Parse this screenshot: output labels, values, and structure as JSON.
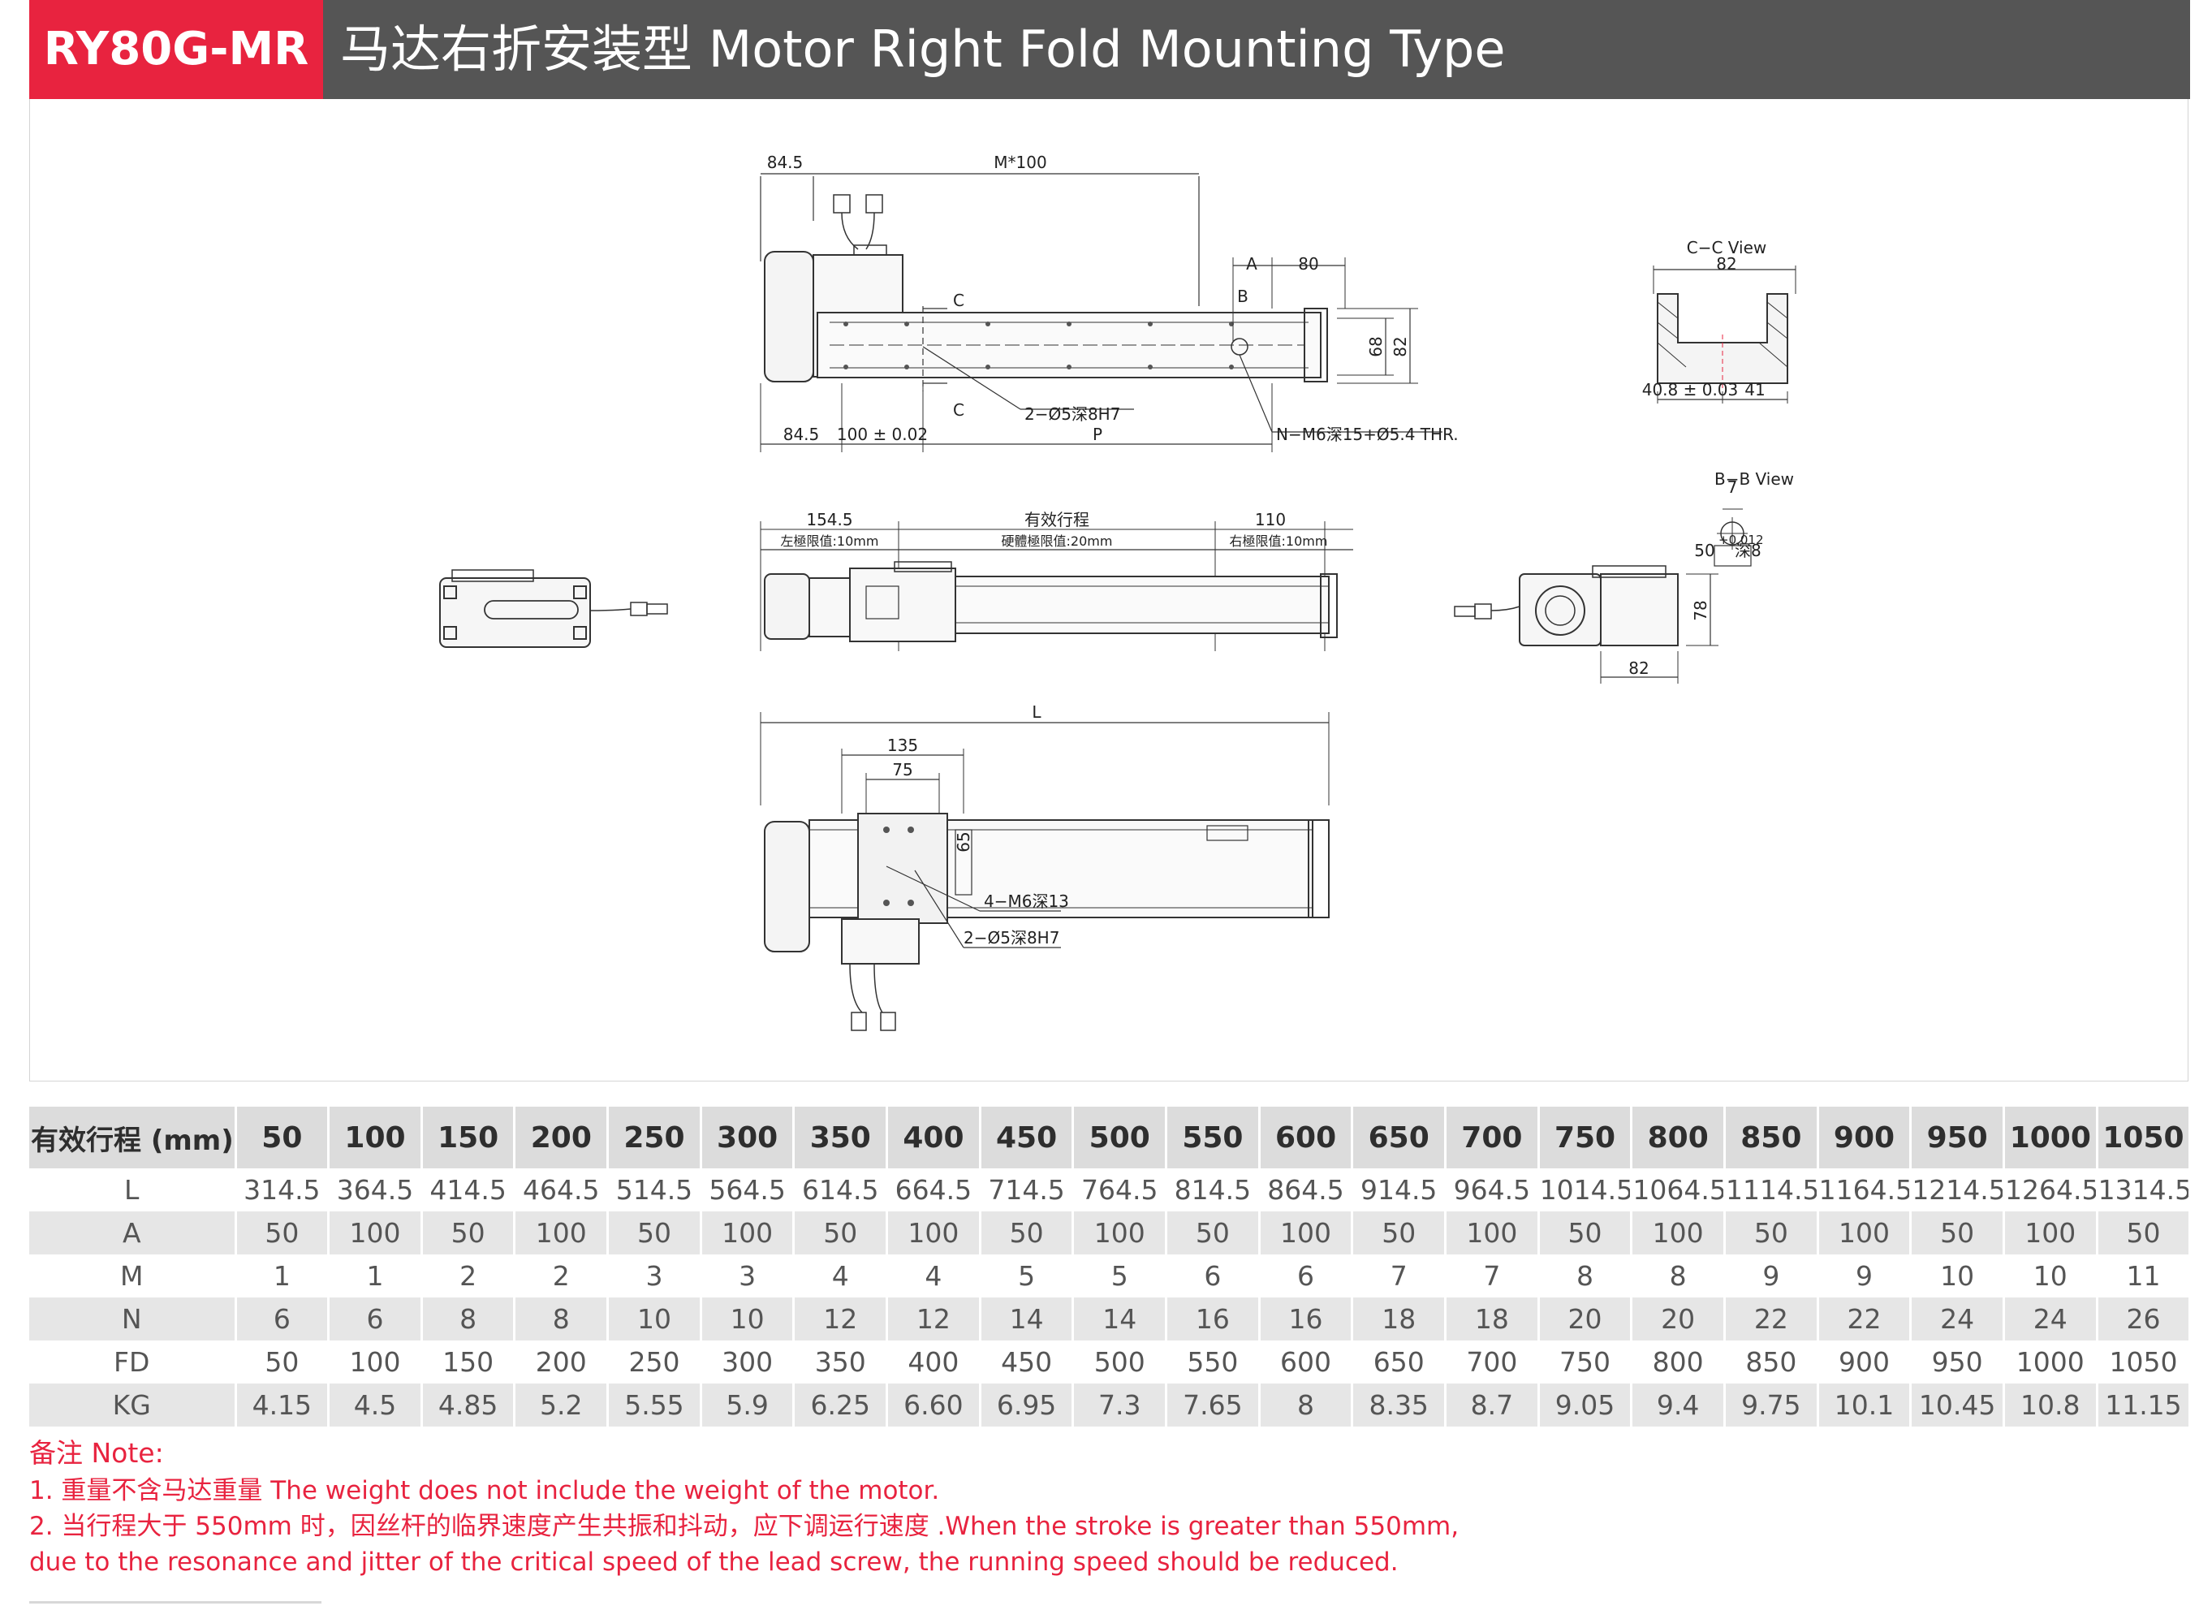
{
  "header": {
    "model": "RY80G-MR",
    "title": "马达右折安装型 Motor Right Fold Mounting Type",
    "accent_color": "#e8233f",
    "bar_color": "#555555"
  },
  "drawing": {
    "top_view": {
      "dim_84_5_top": "84.5",
      "dim_m100": "M*100",
      "dim_A": "A",
      "dim_80": "80",
      "label_B": "B",
      "label_C_top": "C",
      "label_C_bottom": "C",
      "dim_68": "68",
      "dim_82": "82",
      "callout_pin": "2−Ø5深8H7",
      "callout_thread": "N−M6深15+Ø5.4 THR.",
      "dim_84_5_bottom": "84.5",
      "dim_100_tol": "100 ± 0.02",
      "dim_P": "P"
    },
    "cc_view": {
      "title": "C−C View",
      "dim_82": "82",
      "dim_40_8": "40.8 ± 0.03",
      "dim_41": "41"
    },
    "bb_view": {
      "title": "B−B View",
      "dim_7": "7",
      "dim_50": "50",
      "tol": "+0.012",
      "depth": "深8"
    },
    "side_view": {
      "dim_154_5": "154.5",
      "left_limit": "左極限值:10mm",
      "stroke": "有效行程",
      "hard_limit": "硬體極限值:20mm",
      "dim_110": "110",
      "right_limit": "右極限值:10mm"
    },
    "end_view": {
      "dim_78": "78",
      "dim_82": "82"
    },
    "bottom_view": {
      "dim_L": "L",
      "dim_135": "135",
      "dim_75": "75",
      "dim_65": "65",
      "callout_thread": "4−M6深13",
      "callout_pin": "2−Ø5深8H7"
    }
  },
  "table": {
    "corner": "有效行程 (mm)",
    "strokes": [
      "50",
      "100",
      "150",
      "200",
      "250",
      "300",
      "350",
      "400",
      "450",
      "500",
      "550",
      "600",
      "650",
      "700",
      "750",
      "800",
      "850",
      "900",
      "950",
      "1000",
      "1050"
    ],
    "rows": [
      {
        "label": "L",
        "values": [
          "314.5",
          "364.5",
          "414.5",
          "464.5",
          "514.5",
          "564.5",
          "614.5",
          "664.5",
          "714.5",
          "764.5",
          "814.5",
          "864.5",
          "914.5",
          "964.5",
          "1014.5",
          "1064.5",
          "1114.5",
          "1164.5",
          "1214.5",
          "1264.5",
          "1314.5"
        ]
      },
      {
        "label": "A",
        "values": [
          "50",
          "100",
          "50",
          "100",
          "50",
          "100",
          "50",
          "100",
          "50",
          "100",
          "50",
          "100",
          "50",
          "100",
          "50",
          "100",
          "50",
          "100",
          "50",
          "100",
          "50"
        ]
      },
      {
        "label": "M",
        "values": [
          "1",
          "1",
          "2",
          "2",
          "3",
          "3",
          "4",
          "4",
          "5",
          "5",
          "6",
          "6",
          "7",
          "7",
          "8",
          "8",
          "9",
          "9",
          "10",
          "10",
          "11"
        ]
      },
      {
        "label": "N",
        "values": [
          "6",
          "6",
          "8",
          "8",
          "10",
          "10",
          "12",
          "12",
          "14",
          "14",
          "16",
          "16",
          "18",
          "18",
          "20",
          "20",
          "22",
          "22",
          "24",
          "24",
          "26"
        ]
      },
      {
        "label": "FD",
        "values": [
          "50",
          "100",
          "150",
          "200",
          "250",
          "300",
          "350",
          "400",
          "450",
          "500",
          "550",
          "600",
          "650",
          "700",
          "750",
          "800",
          "850",
          "900",
          "950",
          "1000",
          "1050"
        ]
      },
      {
        "label": "KG",
        "values": [
          "4.15",
          "4.5",
          "4.85",
          "5.2",
          "5.55",
          "5.9",
          "6.25",
          "6.60",
          "6.95",
          "7.3",
          "7.65",
          "8",
          "8.35",
          "8.7",
          "9.05",
          "9.4",
          "9.75",
          "10.1",
          "10.45",
          "10.8",
          "11.15"
        ]
      }
    ]
  },
  "notes": {
    "title": "备注 Note:",
    "line1": "1. 重量不含马达重量 The weight does not include the weight of the motor.",
    "line2": "2. 当行程大于 550mm 时，因丝杆的临界速度产生共振和抖动，应下调运行速度 .When the stroke is greater than 550mm,\ndue to the resonance and jitter of the critical speed of the lead screw, the running speed should be reduced."
  }
}
